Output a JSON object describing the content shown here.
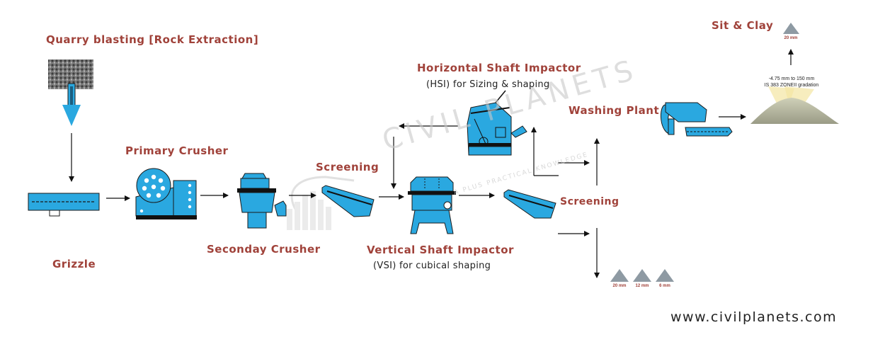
{
  "labels": {
    "quarry": "Quarry blasting [Rock Extraction]",
    "grizzle": "Grizzle",
    "primary_crusher": "Primary Crusher",
    "secondary_crusher": "Seconday Crusher",
    "screening_1": "Screening",
    "hsi_title": "Horizontal Shaft Impactor",
    "hsi_sub": "(HSI) for Sizing & shaping",
    "vsi_title": "Vertical Shaft Impactor",
    "vsi_sub": "(VSI) for cubical shaping",
    "screening_2": "Screening",
    "washing_plant": "Washing Plant",
    "silt_clay": "Sit & Clay",
    "gradation_line1": "-4.75 mm to 150 mm",
    "gradation_line2": "IS 383 ZONEII gradation"
  },
  "products": {
    "silt_size": "20 mm",
    "sizes": [
      "20 mm",
      "12 mm",
      "6 mm"
    ]
  },
  "watermark": {
    "brand": "CIVIL PLANETS",
    "tagline": "A PLUS PRACTICAL KNOWLEDGE"
  },
  "website": "www.civilplanets.com",
  "colors": {
    "equipment": "#2aa8e0",
    "outline": "#1a1a1a",
    "label": "#a0423a",
    "stockpile": "#8e9aa3"
  }
}
